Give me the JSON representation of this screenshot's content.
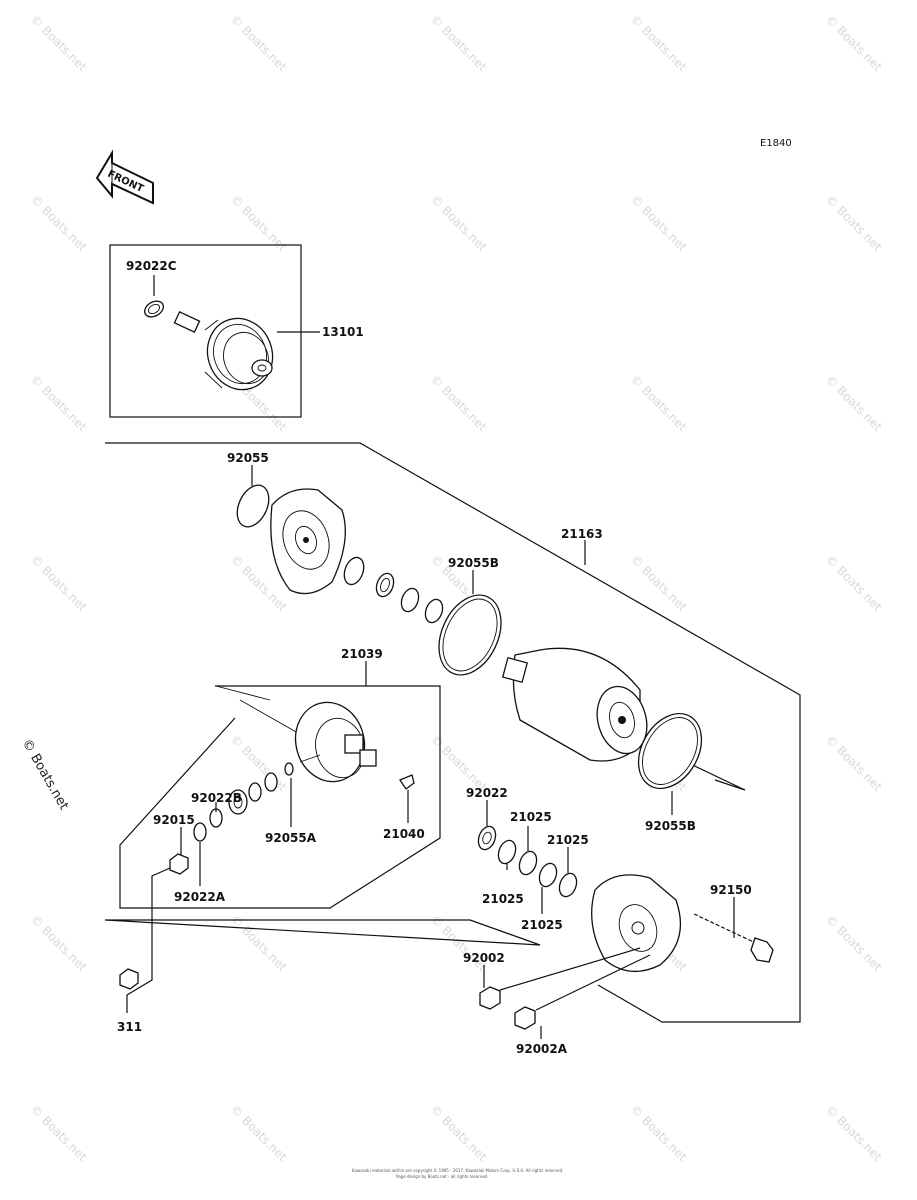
{
  "diagram_code": "E1840",
  "front_arrow_label": "FRONT",
  "side_watermark": "© Boats.net",
  "watermark_text": "© Boats.net",
  "copyright_line1": "Kawasaki materials within are copyright © 1995 - 2017, Kawasaki Motors Corp. U.S.A. All rights reserved.",
  "copyright_line2": "Page design by Boats.net - all rights reserved.",
  "parts": {
    "p13101": "13101",
    "p92022C": "92022C",
    "p92055": "92055",
    "p21163": "21163",
    "p92055B_top": "92055B",
    "p21039": "21039",
    "p92022B": "92022B",
    "p92015": "92015",
    "p92055A": "92055A",
    "p21040": "21040",
    "p92022A": "92022A",
    "p92022": "92022",
    "p21025_a": "21025",
    "p21025_b": "21025",
    "p21025_c": "21025",
    "p21025_d": "21025",
    "p92055B_bottom": "92055B",
    "p92150": "92150",
    "p92002": "92002",
    "p92002A": "92002A",
    "p311": "311"
  }
}
